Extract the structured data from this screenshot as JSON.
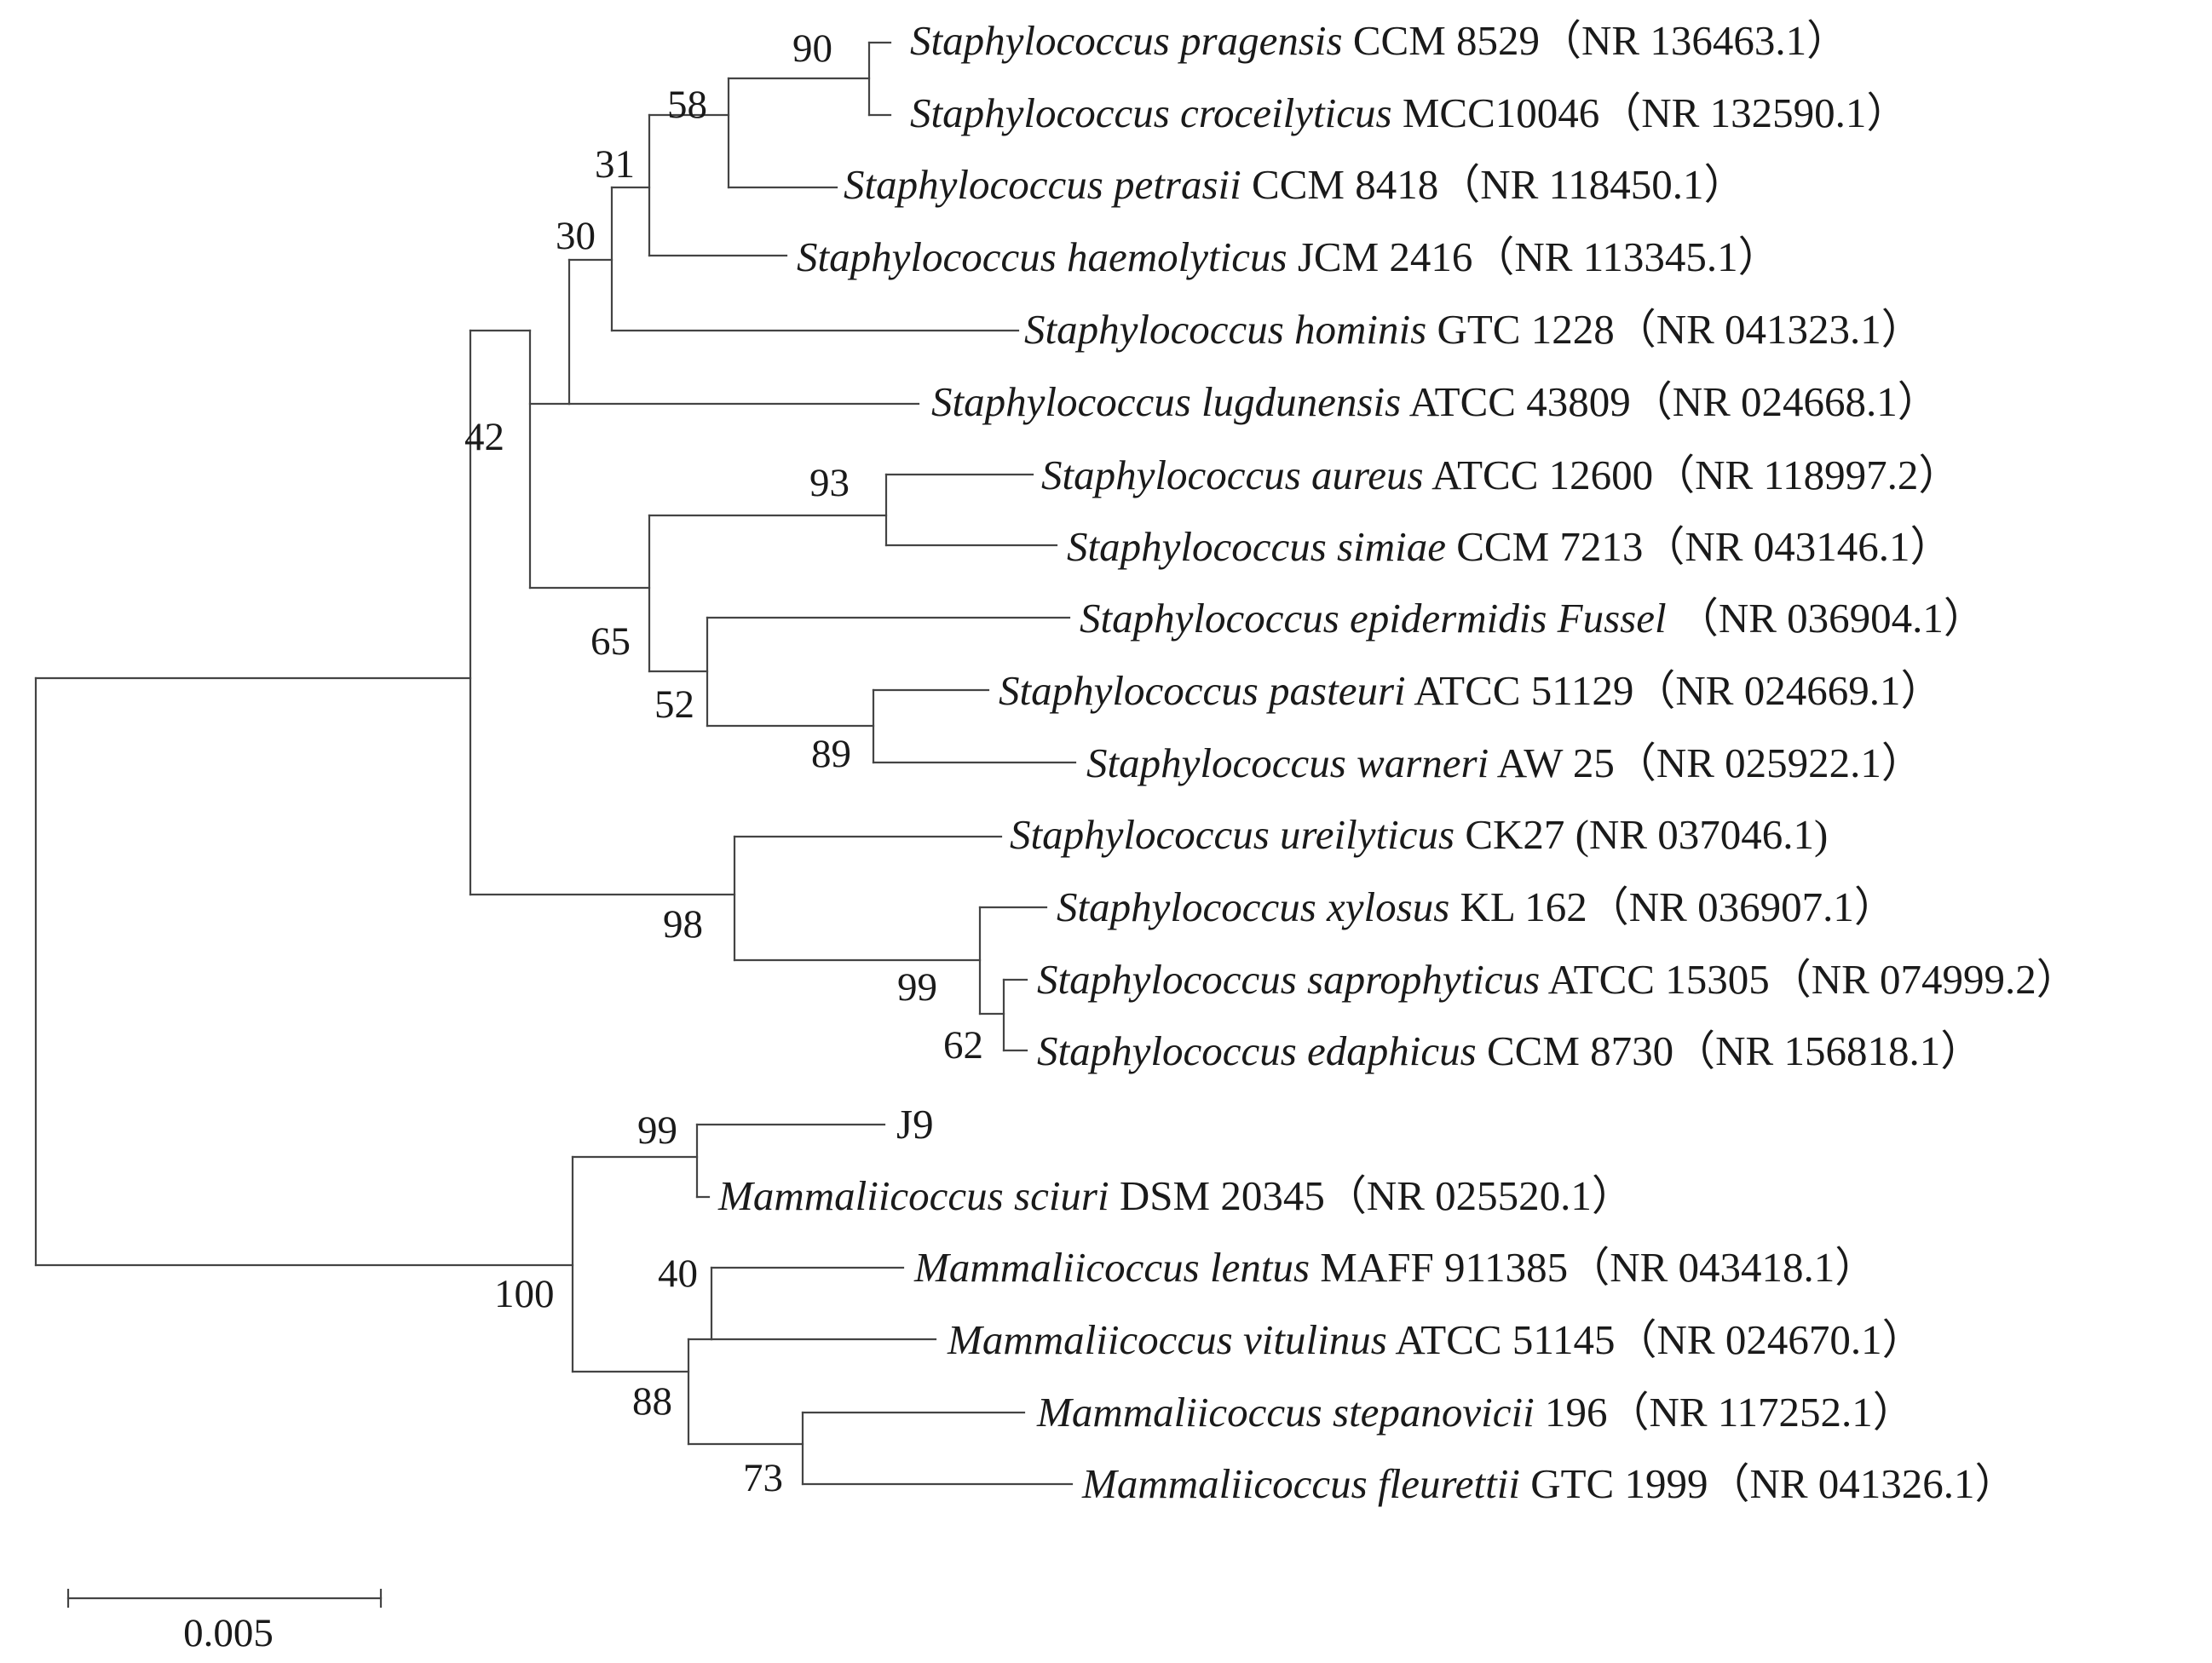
{
  "tree": {
    "taxa": [
      {
        "species": "Staphylococcus pragensis",
        "strain": " CCM 8529",
        "accession": "（NR 136463.1）"
      },
      {
        "species": "Staphylococcus croceilyticus",
        "strain": " MCC10046",
        "accession": "（NR 132590.1）"
      },
      {
        "species": "Staphylococcus petrasii",
        "strain": " CCM 8418",
        "accession": "（NR 118450.1）"
      },
      {
        "species": "Staphylococcus haemolyticus",
        "strain": " JCM 2416",
        "accession": "（NR 113345.1）"
      },
      {
        "species": "Staphylococcus hominis",
        "strain": " GTC 1228",
        "accession": "（NR 041323.1）"
      },
      {
        "species": "Staphylococcus lugdunensis",
        "strain": " ATCC 43809",
        "accession": "（NR 024668.1）"
      },
      {
        "species": "Staphylococcus aureus",
        "strain": " ATCC 12600",
        "accession": "（NR 118997.2）"
      },
      {
        "species": "Staphylococcus simiae",
        "strain": " CCM 7213",
        "accession": "（NR 043146.1）"
      },
      {
        "species": "Staphylococcus epidermidis Fussel",
        "strain": " ",
        "accession": "（NR 036904.1）"
      },
      {
        "species": "Staphylococcus pasteuri",
        "strain": " ATCC 51129",
        "accession": "（NR 024669.1）"
      },
      {
        "species": "Staphylococcus warneri",
        "strain": " AW 25",
        "accession": "（NR 025922.1）"
      },
      {
        "species": "Staphylococcus ureilyticus",
        "strain": " CK27",
        "accession": " (NR 037046.1)"
      },
      {
        "species": "Staphylococcus xylosus",
        "strain": " KL 162",
        "accession": "（NR 036907.1）"
      },
      {
        "species": "Staphylococcus saprophyticus",
        "strain": " ATCC 15305",
        "accession": "（NR 074999.2）"
      },
      {
        "species": "Staphylococcus edaphicus",
        "strain": " CCM 8730",
        "accession": "（NR 156818.1）"
      },
      {
        "species": "",
        "strain": "J9",
        "accession": ""
      },
      {
        "species": "Mammaliicoccus sciuri",
        "strain": " DSM 20345",
        "accession": "（NR 025520.1）"
      },
      {
        "species": "Mammaliicoccus lentus",
        "strain": " MAFF 911385",
        "accession": "（NR 043418.1）"
      },
      {
        "species": "Mammaliicoccus vitulinus",
        "strain": " ATCC 51145",
        "accession": "（NR 024670.1）"
      },
      {
        "species": "Mammaliicoccus stepanovicii",
        "strain": " 196",
        "accession": "（NR 117252.1）"
      },
      {
        "species": "Mammaliicoccus fleurettii",
        "strain": " GTC 1999",
        "accession": "（NR 041326.1）"
      }
    ],
    "bootstrap": [
      "90",
      "58",
      "31",
      "30",
      "42",
      "93",
      "65",
      "52",
      "89",
      "98",
      "99",
      "62",
      "99",
      "100",
      "40",
      "88",
      "73"
    ],
    "scale_bar": {
      "value": 0.005,
      "label": "0.005"
    }
  }
}
